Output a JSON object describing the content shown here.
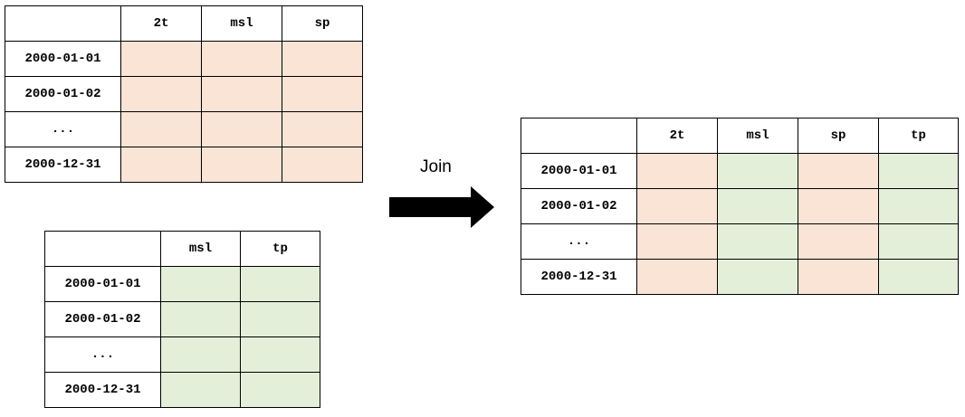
{
  "tableA": {
    "columns": [
      "2t",
      "msl",
      "sp"
    ],
    "rows": [
      "2000-01-01",
      "2000-01-02",
      "...",
      "2000-12-31"
    ]
  },
  "tableB": {
    "columns": [
      "msl",
      "tp"
    ],
    "rows": [
      "2000-01-01",
      "2000-01-02",
      "...",
      "2000-12-31"
    ]
  },
  "joined": {
    "columns": [
      "2t",
      "msl",
      "sp",
      "tp"
    ],
    "rows": [
      "2000-01-01",
      "2000-01-02",
      "...",
      "2000-12-31"
    ]
  },
  "arrow": {
    "label": "Join",
    "icon": "right-arrow-icon"
  },
  "colors": {
    "pink": "#f9e4d6",
    "green": "#e4efd9",
    "border": "#000000"
  }
}
